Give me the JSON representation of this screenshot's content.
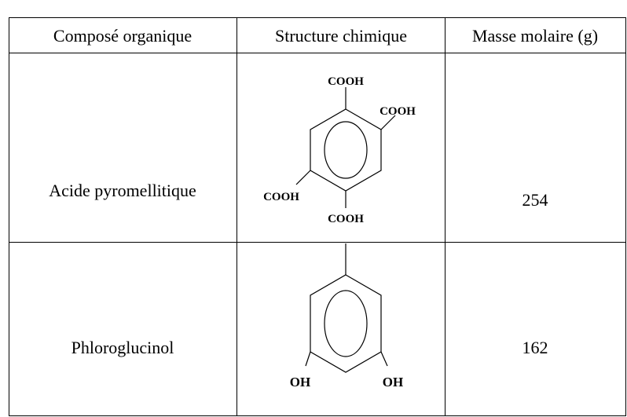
{
  "table": {
    "headers": [
      "Composé organique",
      "Structure chimique",
      "Masse molaire (g)"
    ],
    "rows": [
      {
        "compound": "Acide pyromellitique",
        "substituent_label": "COOH",
        "molar_mass": "254"
      },
      {
        "compound": "Phloroglucinol",
        "substituent_label": "OH",
        "molar_mass": "162"
      }
    ]
  }
}
